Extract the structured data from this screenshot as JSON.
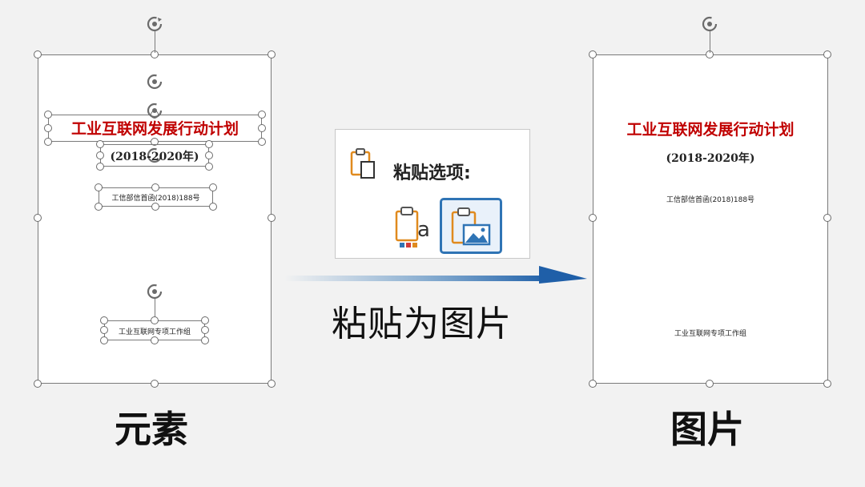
{
  "document": {
    "title": "工业互联网发展行动计划",
    "years": "(2018-2020年)",
    "doc_number": "工信部信首函(2018)188号",
    "issuer": "工业互联网专项工作组"
  },
  "paste_panel": {
    "label": "粘贴选项:",
    "options": [
      {
        "name": "keep-text-only",
        "glyph": "a"
      },
      {
        "name": "picture",
        "selected": true
      }
    ]
  },
  "captions": {
    "paste_as_picture": "粘贴为图片",
    "left": "元素",
    "right": "图片"
  },
  "colors": {
    "title_red": "#c00000",
    "accent_blue": "#2f74b5",
    "clipboard_orange": "#e08a1e"
  },
  "icons": [
    "rotate-handle-icon",
    "clipboard-icon",
    "paste-text-icon",
    "paste-picture-icon",
    "arrow-right-icon"
  ]
}
